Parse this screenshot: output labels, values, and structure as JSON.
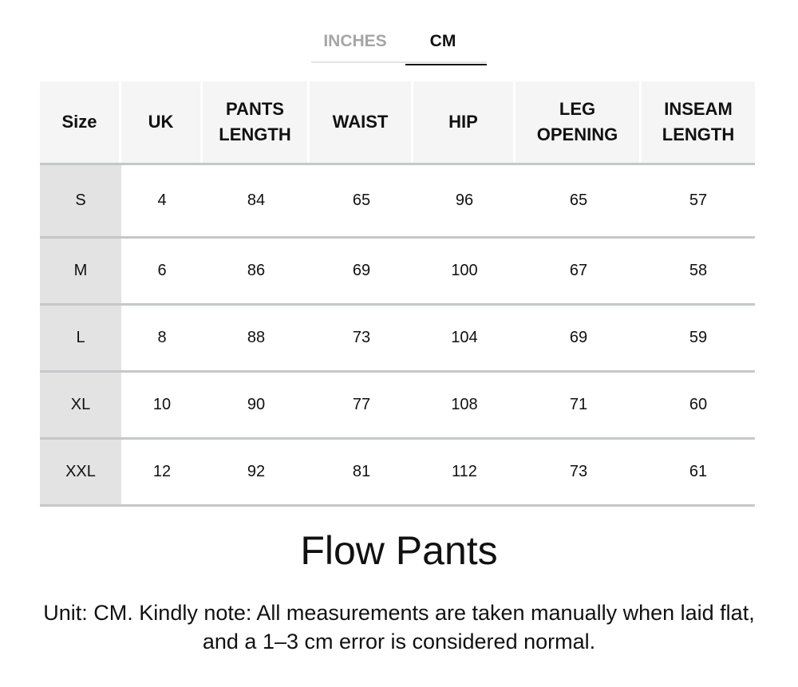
{
  "unit_tabs": [
    {
      "label": "INCHES",
      "active": false
    },
    {
      "label": "CM",
      "active": true
    }
  ],
  "table": {
    "headers": [
      "Size",
      "UK",
      "PANTS\nLENGTH",
      "WAIST",
      "HIP",
      "LEG\nOPENING",
      "INSEAM\nLENGTH"
    ],
    "rows": [
      [
        "S",
        "4",
        "84",
        "65",
        "96",
        "65",
        "57"
      ],
      [
        "M",
        "6",
        "86",
        "69",
        "100",
        "67",
        "58"
      ],
      [
        "L",
        "8",
        "88",
        "73",
        "104",
        "69",
        "59"
      ],
      [
        "XL",
        "10",
        "90",
        "77",
        "108",
        "71",
        "60"
      ],
      [
        "XXL",
        "12",
        "92",
        "81",
        "112",
        "73",
        "61"
      ]
    ]
  },
  "product_title": "Flow Pants",
  "note": "Unit: CM. Kindly note: All measurements are taken manually when laid flat, and a 1–3 cm error is considered normal.",
  "colors": {
    "header_bg": "#f5f5f5",
    "size_col_bg": "#e3e3e3",
    "divider": "#c3c8cc",
    "inactive_tab": "#a6a6a6"
  }
}
